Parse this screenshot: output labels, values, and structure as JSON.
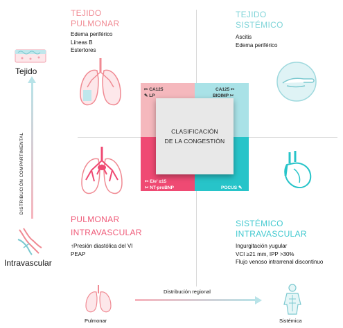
{
  "center": {
    "line1": "CLASIFICACIÓN",
    "line2": "DE LA CONGESTIÓN"
  },
  "quadrants": {
    "top_left": {
      "title_line1": "TEJIDO",
      "title_line2": "PULMONAR",
      "items": [
        "Edema periférico",
        "Líneas B",
        "Estertores"
      ]
    },
    "top_right": {
      "title_line1": "TEJIDO",
      "title_line2": "SISTÉMICO",
      "items": [
        "Ascitis",
        "Edema periférico"
      ]
    },
    "bottom_left": {
      "title_line1": "PULMONAR",
      "title_line2": "INTRAVASCULAR",
      "items": [
        "↑Presión diastólica del VI",
        "PEAP"
      ]
    },
    "bottom_right": {
      "title_line1": "SISTÉMICO",
      "title_line2": "INTRAVASCULAR",
      "items": [
        "Ingurgitación yugular",
        "VCI ≥21 mm, IPP >30%",
        "Flujo venoso intrarrenal discontinuo"
      ]
    }
  },
  "matrix_labels": {
    "tl_1": "CA125",
    "tl_2": "LP",
    "tr_1": "CA125",
    "tr_2": "BIOIMP",
    "bl_1": "E/e' ≥15",
    "bl_2": "NT-proBNP",
    "br_1": "POCUS"
  },
  "axes": {
    "vertical_label": "DISTRIBUCIÓN COMPARTIMENTAL",
    "top_label": "Tejido",
    "bottom_label": "Intravascular",
    "horizontal_label": "Distribución regional",
    "left_label": "Pulmonar",
    "right_label": "Sistémica"
  },
  "colors": {
    "pink": "#f08a93",
    "dark_pink": "#ef4a73",
    "teal": "#7fd4d8",
    "dark_teal": "#27c4c9"
  },
  "icons": [
    "tissue-icon",
    "vessels-icon",
    "lungs-icon",
    "hand-edema-icon",
    "heart-icon",
    "body-icon"
  ]
}
